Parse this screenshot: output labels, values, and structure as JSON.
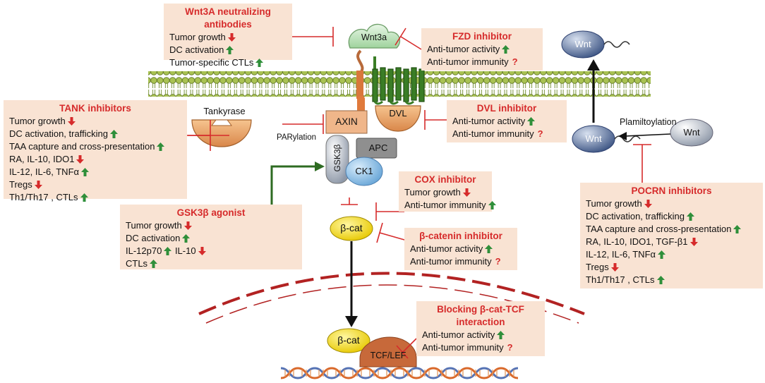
{
  "colors": {
    "inhibit": "#d62b2b",
    "up_arrow": "#2f8f3a",
    "down_arrow": "#d62b2b",
    "box_bg": "#f9e3d3",
    "membrane": "#9cb64a",
    "nucleus": "#b22222"
  },
  "boxes": {
    "wnt3a": {
      "title": "Wnt3A neutralizing antibodies",
      "lines": [
        {
          "text": "Tumor growth",
          "effect": "down"
        },
        {
          "text": "DC activation",
          "effect": "up"
        },
        {
          "text": "Tumor-specific CTLs",
          "effect": "up"
        }
      ]
    },
    "fzd": {
      "title": "FZD inhibitor",
      "lines": [
        {
          "text": "Anti-tumor activity",
          "effect": "up"
        },
        {
          "text": "Anti-tumor immunity",
          "effect": "unknown"
        }
      ]
    },
    "tank": {
      "title": "TANK inhibitors",
      "lines": [
        {
          "text": "Tumor growth",
          "effect": "down"
        },
        {
          "text": "DC activation, trafficking",
          "effect": "up"
        },
        {
          "text": "TAA capture and cross-presentation",
          "effect": "up"
        },
        {
          "text": "RA, IL-10, IDO1",
          "effect": "down"
        },
        {
          "text": "IL-12, IL-6, TNFα",
          "effect": "up"
        },
        {
          "text": "Tregs",
          "effect": "down"
        },
        {
          "text": "Th1/Th17 , CTLs",
          "effect": "up"
        }
      ]
    },
    "dvl": {
      "title": "DVL inhibitor",
      "lines": [
        {
          "text": "Anti-tumor activity",
          "effect": "up"
        },
        {
          "text": "Anti-tumor immunity",
          "effect": "unknown"
        }
      ]
    },
    "cox": {
      "title": "COX inhibitor",
      "lines": [
        {
          "text": "Tumor growth",
          "effect": "down"
        },
        {
          "text": "Anti-tumor immunity",
          "effect": "up"
        }
      ]
    },
    "gsk": {
      "title": "GSK3β agonist",
      "lines": [
        {
          "text": "Tumor growth",
          "effect": "down"
        },
        {
          "text": "DC activation",
          "effect": "up"
        },
        {
          "text": "IL-12p70",
          "effect": "up",
          "text2": " IL-10",
          "effect2": "down"
        },
        {
          "text": "CTLs",
          "effect": "up"
        }
      ]
    },
    "bcat": {
      "title": "β-catenin inhibitor",
      "lines": [
        {
          "text": "Anti-tumor activity",
          "effect": "up"
        },
        {
          "text": "Anti-tumor immunity",
          "effect": "unknown"
        }
      ]
    },
    "tcf": {
      "title": "Blocking β-cat-TCF interaction",
      "lines": [
        {
          "text": "Anti-tumor activity",
          "effect": "up"
        },
        {
          "text": "Anti-tumor immunity",
          "effect": "unknown"
        }
      ]
    },
    "porcn": {
      "title": "POCRN inhibitors",
      "lines": [
        {
          "text": "Tumor growth",
          "effect": "down"
        },
        {
          "text": "DC activation, trafficking",
          "effect": "up"
        },
        {
          "text": "TAA capture and cross-presentation",
          "effect": "up"
        },
        {
          "text": "RA, IL-10, IDO1, TGF-β1",
          "effect": "down"
        },
        {
          "text": "IL-12, IL-6, TNFα",
          "effect": "up"
        },
        {
          "text": "Tregs",
          "effect": "down"
        },
        {
          "text": "Th1/Th17 , CTLs",
          "effect": "up"
        }
      ]
    }
  },
  "question_mark": "?",
  "molecules": {
    "wnt3a": "Wnt3a",
    "tankyrase": "Tankyrase",
    "parylation": "PARylation",
    "axin": "AXIN",
    "apc": "APC",
    "gsk3b": "GSK3β",
    "ck1": "CK1",
    "dvl": "DVL",
    "bcat_cyto": "β-cat",
    "bcat_nuc": "β-cat",
    "tcf_lef": "TCF/LEF",
    "wnt_secreted": "Wnt",
    "wnt_palm": "Wnt",
    "wnt_unmod": "Wnt",
    "palmitoylation": "Plamiltoylation"
  }
}
